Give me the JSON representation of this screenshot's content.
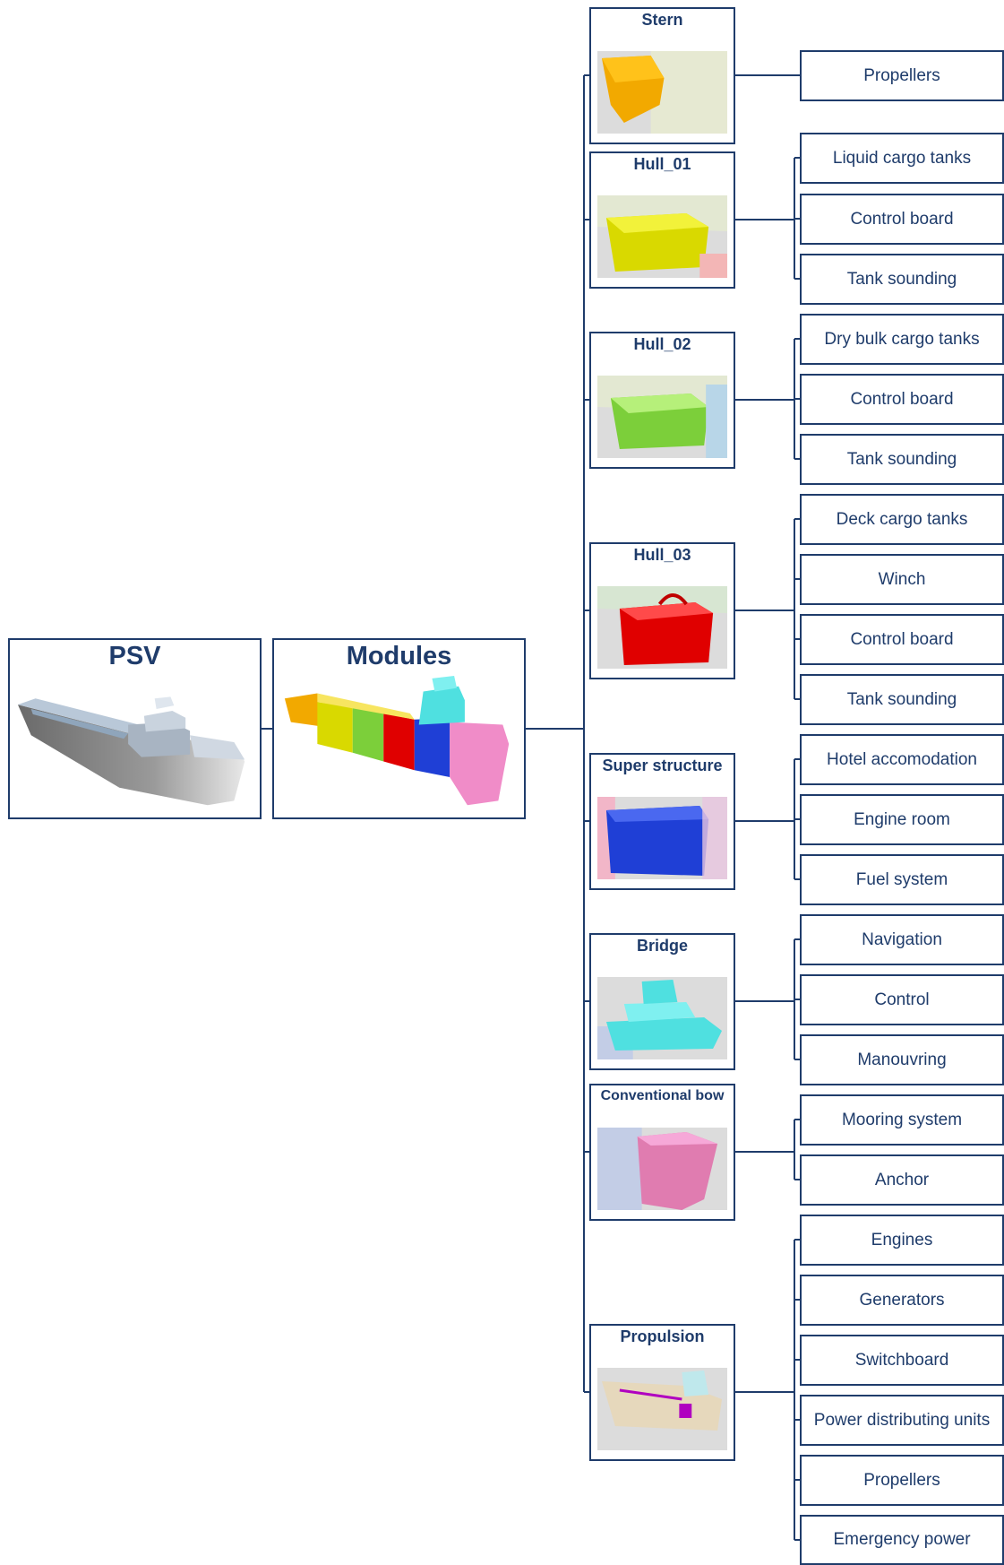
{
  "root": {
    "label": "PSV",
    "picture": "ship-3d-render"
  },
  "modules_node": {
    "label": "Modules",
    "picture": "ship-modules-colored-render"
  },
  "modules": [
    {
      "label": "Stern",
      "picture": "stern-module-render",
      "color": "#f2a900",
      "parts": [
        "Propellers"
      ]
    },
    {
      "label": "Hull_01",
      "picture": "hull01-module-render",
      "color": "#d9d900",
      "parts": [
        "Liquid cargo tanks",
        "Control board",
        "Tank sounding"
      ]
    },
    {
      "label": "Hull_02",
      "picture": "hull02-module-render",
      "color": "#7ccf3a",
      "parts": [
        "Dry bulk cargo tanks",
        "Control board",
        "Tank sounding"
      ]
    },
    {
      "label": "Hull_03",
      "picture": "hull03-module-render",
      "color": "#e00000",
      "parts": [
        "Deck cargo tanks",
        "Winch",
        "Control board",
        "Tank sounding"
      ]
    },
    {
      "label": "Super structure",
      "picture": "superstructure-module-render",
      "color": "#1f3fd6",
      "parts": [
        "Hotel accomodation",
        "Engine room",
        "Fuel system"
      ]
    },
    {
      "label": "Bridge",
      "picture": "bridge-module-render",
      "color": "#4fe0e0",
      "parts": [
        "Navigation",
        "Control",
        "Manouvring"
      ]
    },
    {
      "label": "Conventional bow",
      "picture": "bow-module-render",
      "color": "#f08cc8",
      "parts": [
        "Mooring system",
        "Anchor"
      ]
    },
    {
      "label": "Propulsion",
      "picture": "propulsion-module-render",
      "color": "#b000c0",
      "parts": [
        "Engines",
        "Generators",
        "Switchboard",
        "Power distributing units",
        "Propellers",
        "Emergency power"
      ]
    }
  ],
  "colors": {
    "line": "#1f3c6b",
    "text": "#1f3c6b"
  }
}
